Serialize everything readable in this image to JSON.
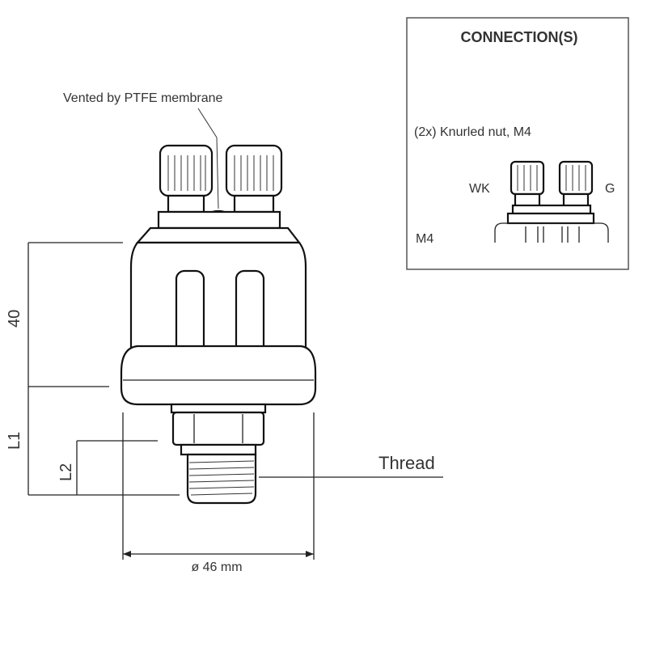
{
  "labels": {
    "vented": "Vented by PTFE membrane",
    "thread": "Thread",
    "diameter": "ø 46 mm",
    "dim_40": "40",
    "dim_l1": "L1",
    "dim_l2": "L2"
  },
  "connections": {
    "title": "CONNECTION(S)",
    "nut_note": "(2x) Knurled nut, M4",
    "terminal_left": "WK",
    "terminal_right": "G",
    "thread_size": "M4"
  }
}
